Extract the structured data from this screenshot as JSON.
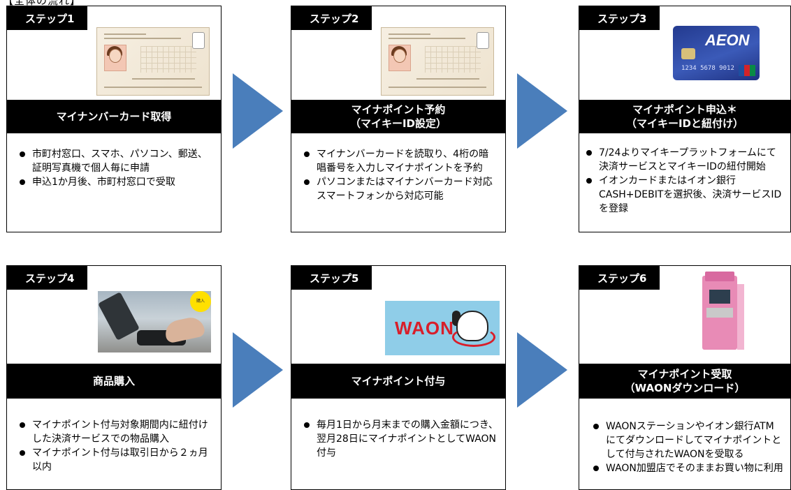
{
  "header_fragment": "【全体の流れ】",
  "colors": {
    "arrow": "#4a7ebb",
    "bar": "#000000",
    "text_on_bar": "#ffffff"
  },
  "steps": [
    {
      "label": "ステップ1",
      "title_lines": [
        "マイナンバーカード取得"
      ],
      "image": "my-number-card",
      "bullets": [
        "市町村窓口、スマホ、パソコン、郵送、証明写真機で個人毎に申請",
        "申込1か月後、市町村窓口で受取"
      ]
    },
    {
      "label": "ステップ2",
      "title_lines": [
        "マイナポイント予約",
        "（マイキーID設定）"
      ],
      "image": "my-number-card",
      "bullets": [
        "マイナンバーカードを読取り、4桁の暗唱番号を入力しマイナポイントを予約",
        "パソコンまたはマイナンバーカード対応スマートフォンから対応可能"
      ]
    },
    {
      "label": "ステップ3",
      "title_lines": [
        "マイナポイント申込＊",
        "（マイキーIDと紐付け）"
      ],
      "image": "aeon-card",
      "card_logo": "AEON",
      "card_number": "1234 5678 9012",
      "bullets": [
        "7/24よりマイキープラットフォームにて決済サービスとマイキーIDの紐付開始",
        "イオンカードまたはイオン銀行CASH+DEBITを選択後、決済サービスIDを登録"
      ]
    },
    {
      "label": "ステップ4",
      "title_lines": [
        "商品購入"
      ],
      "image": "card-payment-photo",
      "badge": "購入",
      "bullets": [
        "マイナポイント付与対象期間内に紐付けした決済サービスでの物品購入",
        "マイナポイント付与は取引日から２ヵ月以内"
      ]
    },
    {
      "label": "ステップ5",
      "title_lines": [
        "マイナポイント付与"
      ],
      "image": "waon-logo",
      "logo_text": "WAON",
      "bullets": [
        "毎月1日から月末までの購入金額につき、翌月28日にマイナポイントとしてWAON付与"
      ]
    },
    {
      "label": "ステップ6",
      "title_lines": [
        "マイナポイント受取",
        "（WAONダウンロード）"
      ],
      "image": "waon-station-atm",
      "bullets": [
        "WAONステーションやイオン銀行ATMにてダウンロードしてマイナポイントとして付与されたWAONを受取る",
        "WAON加盟店でそのままお買い物に利用"
      ]
    }
  ]
}
